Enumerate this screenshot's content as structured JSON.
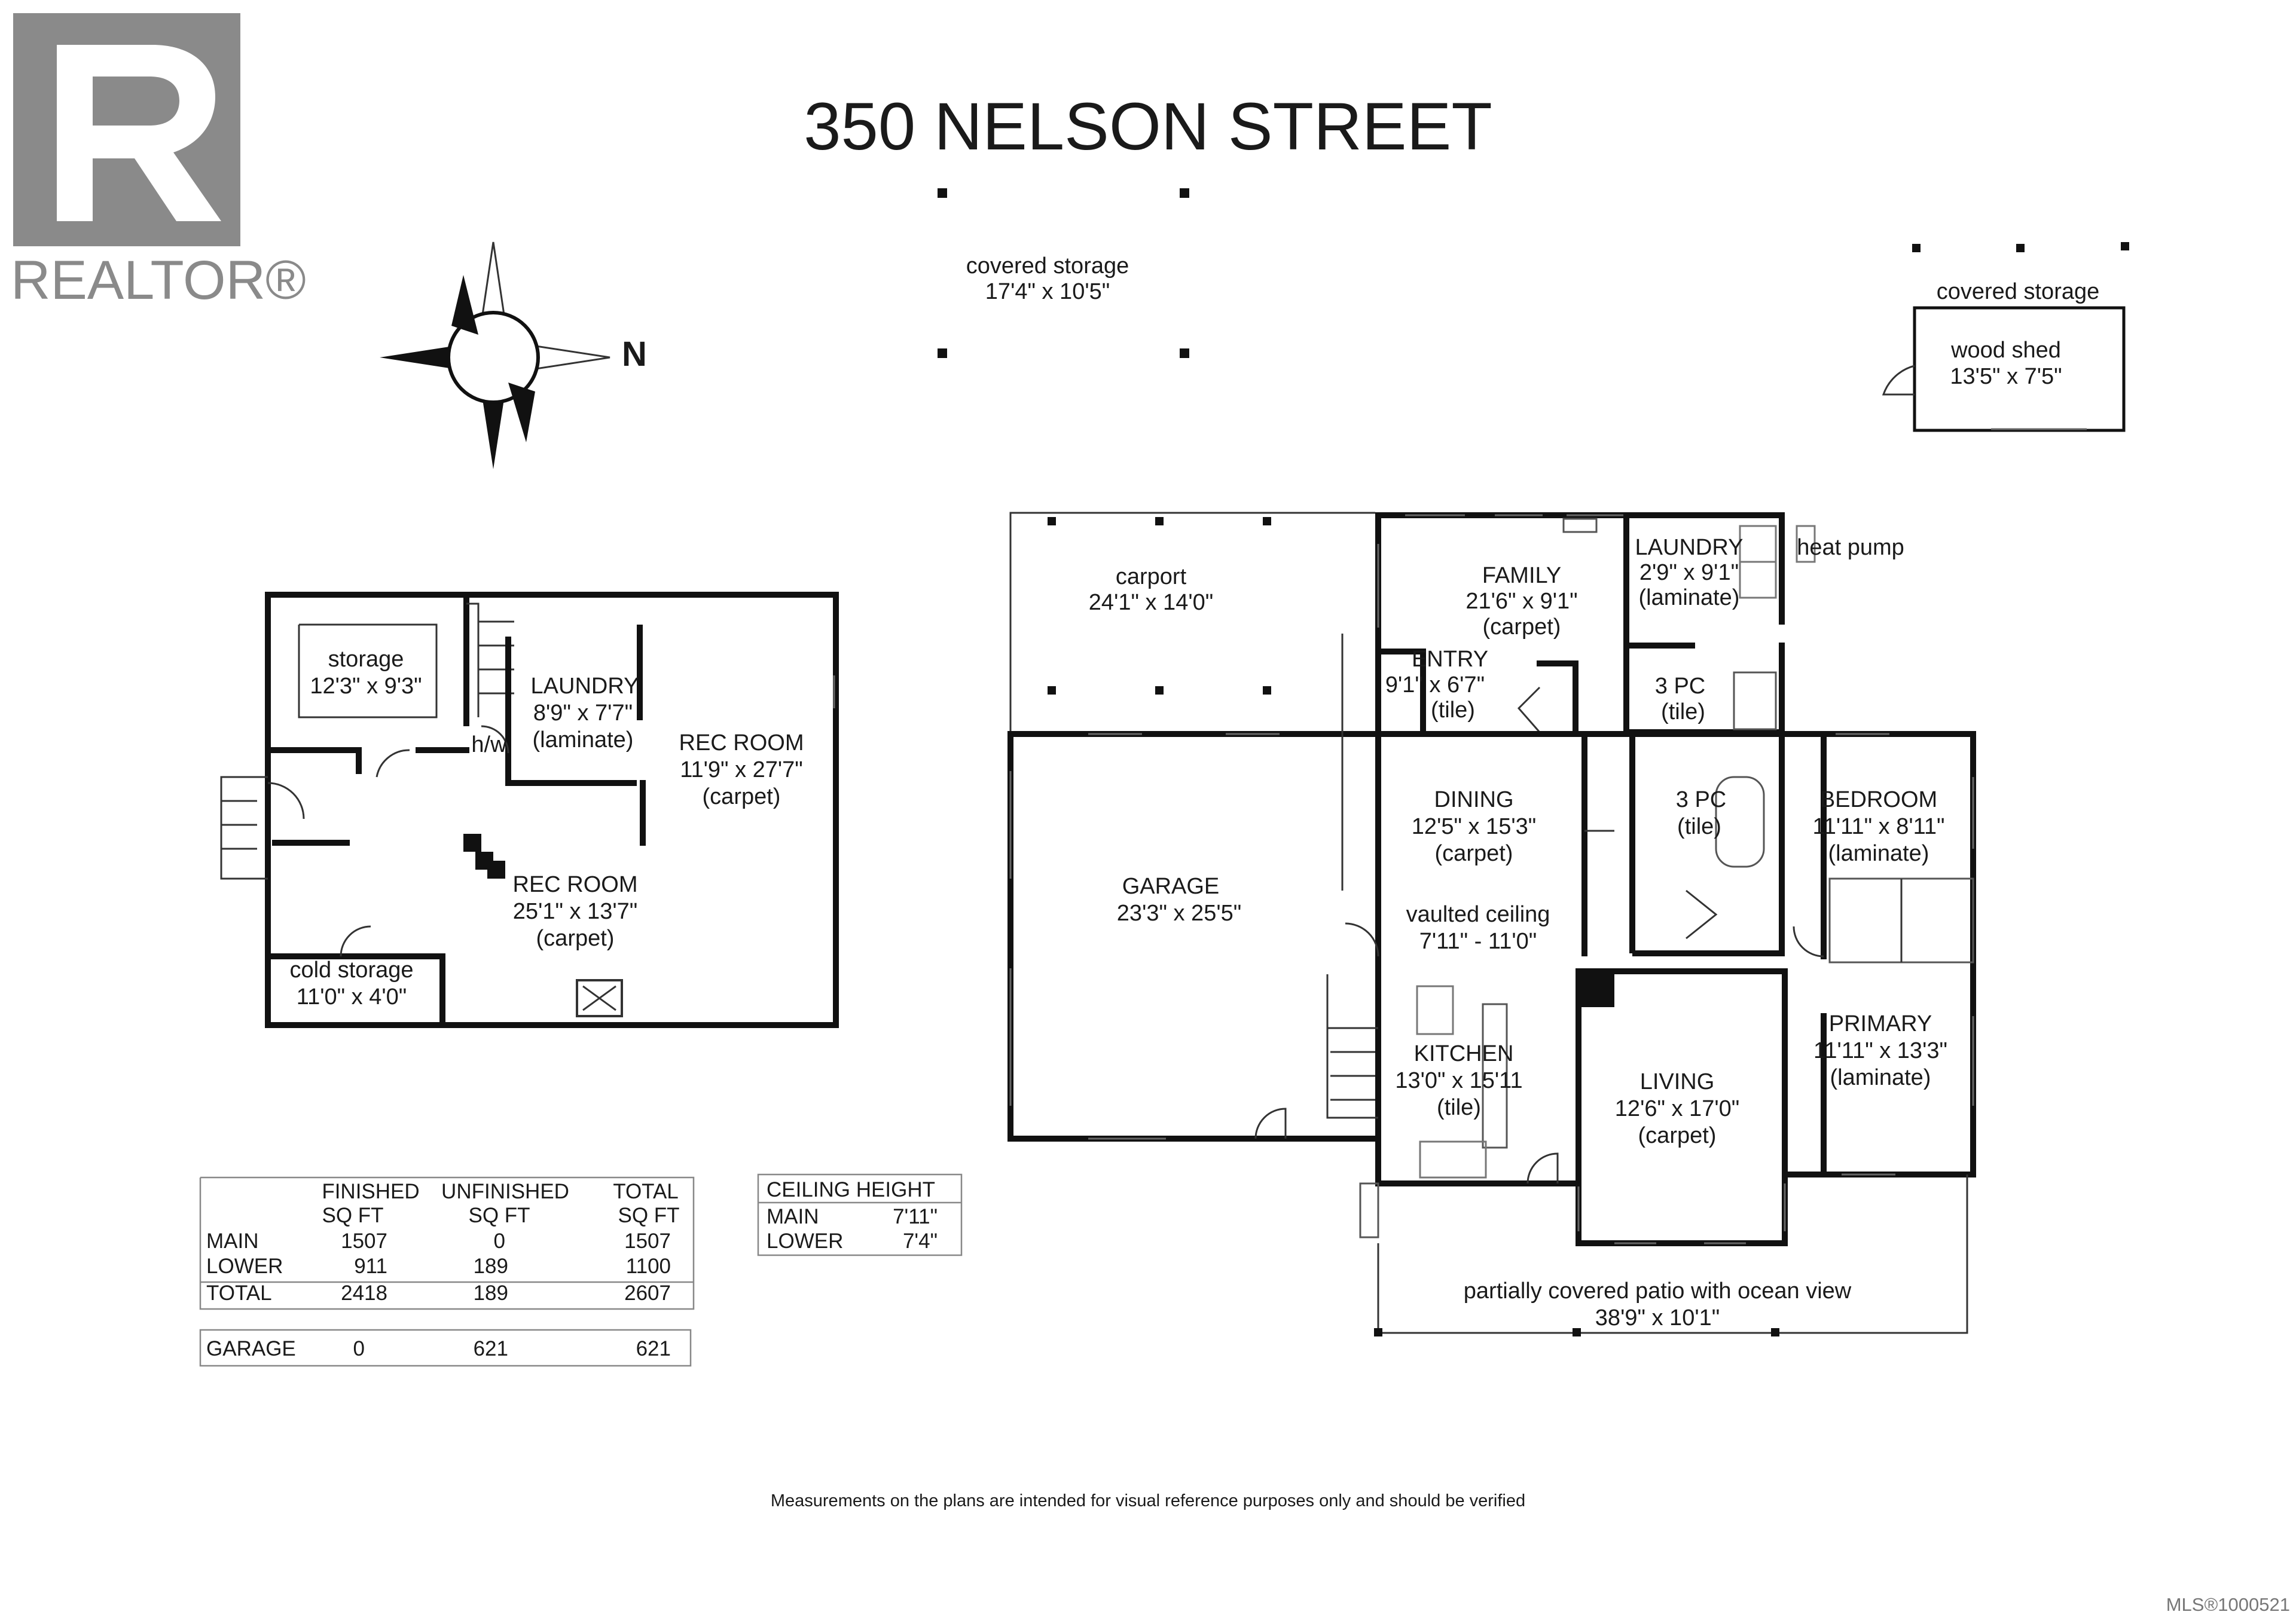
{
  "logo": {
    "wordmark": "REALTOR®",
    "icon": "realtor-r-logo"
  },
  "title": "350 NELSON STREET",
  "compass": {
    "north_label": "N",
    "icon": "compass-rose-icon"
  },
  "upper_rooms": {
    "covered_storage_main": [
      "covered storage",
      "17'4\" x 10'5\""
    ],
    "covered_storage_shed_label": "covered storage",
    "wood_shed": [
      "wood shed",
      "13'5\" x 7'5\""
    ],
    "heat_pump": "heat pump"
  },
  "lower_floor": {
    "storage": [
      "storage",
      "12'3\" x 9'3\""
    ],
    "laundry": [
      "LAUNDRY",
      "8'9\" x 7'7\"",
      "(laminate)"
    ],
    "hw": "h/w",
    "rec_room_east": [
      "REC ROOM",
      "11'9\" x 27'7\"",
      "(carpet)"
    ],
    "rec_room_main": [
      "REC ROOM",
      "25'1\" x 13'7\"",
      "(carpet)"
    ],
    "cold_storage": [
      "cold storage",
      "11'0\" x 4'0\""
    ]
  },
  "main_floor": {
    "carport": [
      "carport",
      "24'1\" x 14'0\""
    ],
    "family": [
      "FAMILY",
      "21'6\" x 9'1\"",
      "(carpet)"
    ],
    "laundry": [
      "LAUNDRY",
      "2'9\" x 9'1\"",
      "(laminate)"
    ],
    "entry": [
      "ENTRY",
      "9'1\" x 6'7\"",
      "(tile)"
    ],
    "bath_upper": [
      "3 PC",
      "(tile)"
    ],
    "garage": [
      "GARAGE",
      "23'3\" x 25'5\""
    ],
    "dining": [
      "DINING",
      "12'5\" x 15'3\"",
      "(carpet)"
    ],
    "bath_lower": [
      "3 PC",
      "(tile)"
    ],
    "bedroom": [
      "BEDROOM",
      "11'11\" x 8'11\"",
      "(laminate)"
    ],
    "vaulted": [
      "vaulted ceiling",
      "7'11\" - 11'0\""
    ],
    "kitchen": [
      "KITCHEN",
      "13'0\" x 15'11",
      "(tile)"
    ],
    "living": [
      "LIVING",
      "12'6\" x 17'0\"",
      "(carpet)"
    ],
    "primary": [
      "PRIMARY",
      "11'11\" x 13'3\"",
      "(laminate)"
    ],
    "patio": [
      "partially covered patio with ocean view",
      "38'9\" x 10'1\""
    ]
  },
  "area_table": {
    "headers": [
      [
        "FINISHED",
        "SQ FT"
      ],
      [
        "UNFINISHED",
        "SQ FT"
      ],
      [
        "TOTAL",
        "SQ FT"
      ]
    ],
    "rows": [
      {
        "label": "MAIN",
        "finished": "1507",
        "unfinished": "0",
        "total": "1507"
      },
      {
        "label": "LOWER",
        "finished": "911",
        "unfinished": "189",
        "total": "1100"
      },
      {
        "label": "TOTAL",
        "finished": "2418",
        "unfinished": "189",
        "total": "2607"
      }
    ],
    "garage_row": {
      "label": "GARAGE",
      "finished": "0",
      "unfinished": "621",
      "total": "621"
    }
  },
  "ceiling_table": {
    "header": "CEILING HEIGHT",
    "rows": [
      {
        "label": "MAIN",
        "value": "7'11\""
      },
      {
        "label": "LOWER",
        "value": "7'4\""
      }
    ]
  },
  "disclaimer": "Measurements on the plans are intended for visual reference purposes only and should be verified",
  "mls": "MLS®1000521",
  "colors": {
    "logo_gray": "#8a8a8a",
    "wall": "#111111",
    "text": "#1a1a1a"
  }
}
